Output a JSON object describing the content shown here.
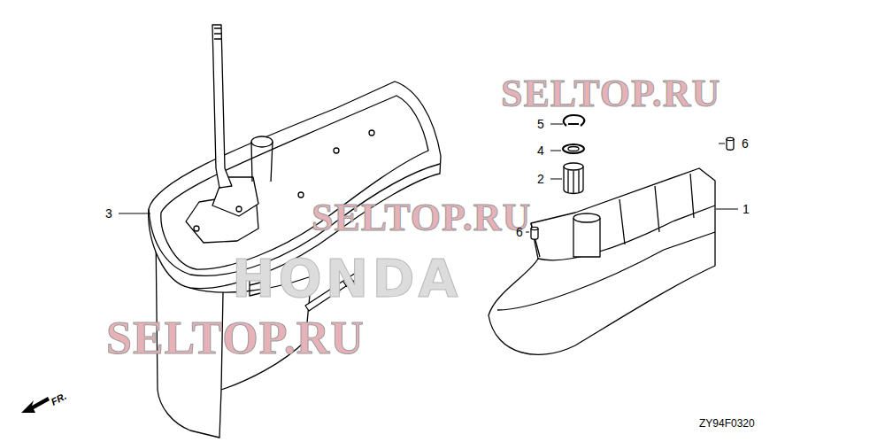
{
  "diagram": {
    "labels": [
      "SELTOP.RU",
      "SELTOP.RU",
      "HONDA",
      "SELTOP.RU",
      "5",
      "4",
      "2",
      "6",
      "3",
      "6",
      "1",
      "FR.",
      "ZY94F0320"
    ]
  }
}
